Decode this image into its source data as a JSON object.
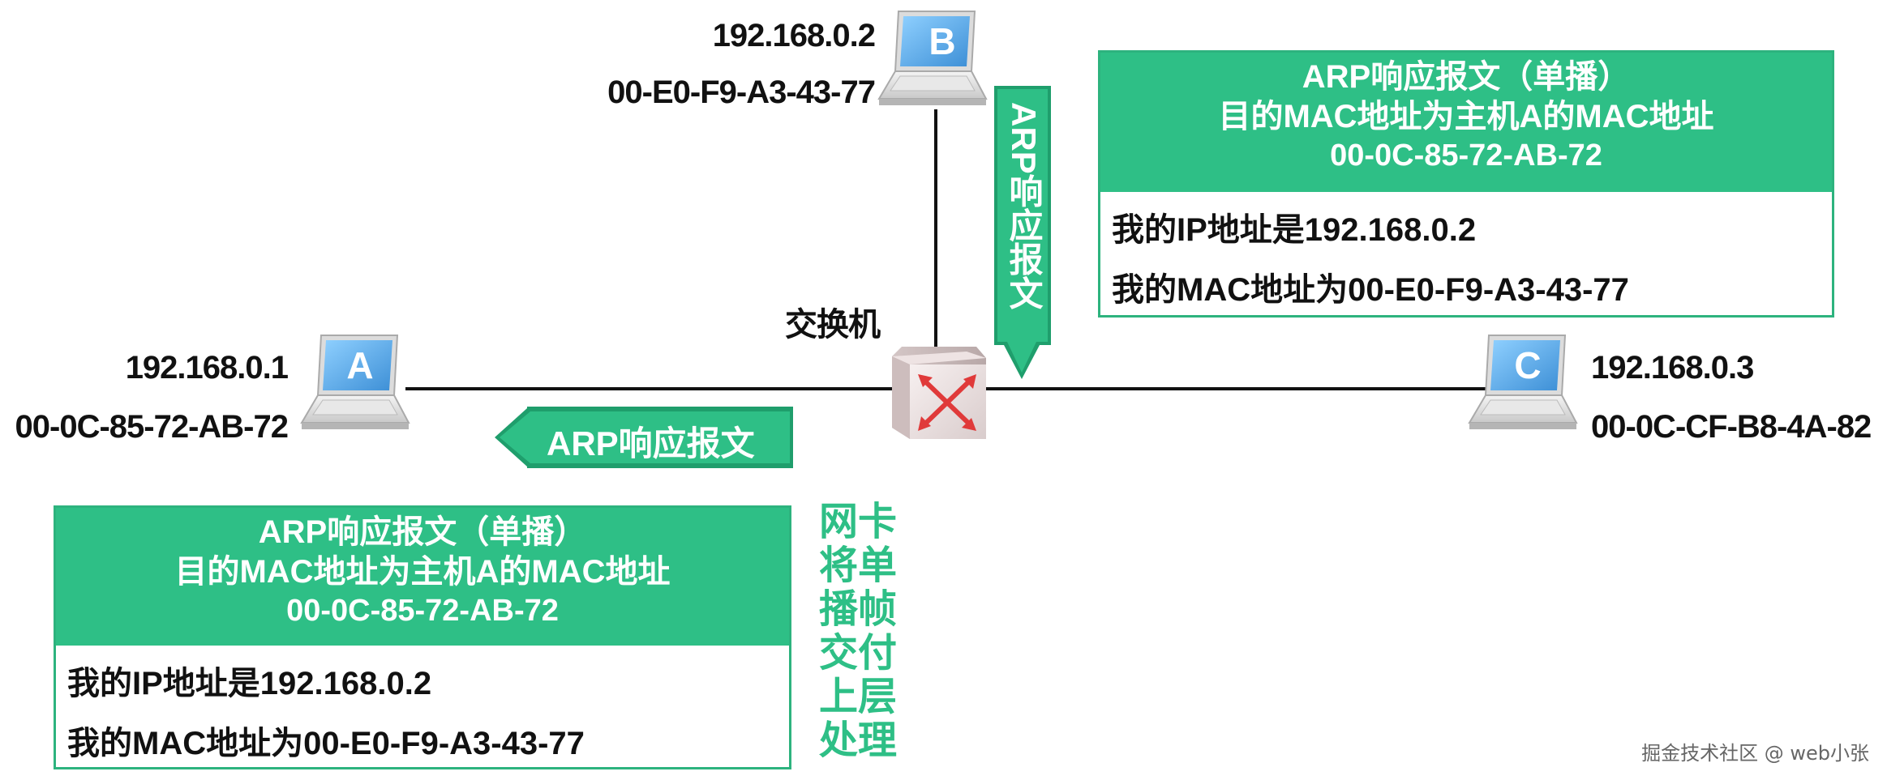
{
  "hosts": {
    "a": {
      "letter": "A",
      "ip": "192.168.0.1",
      "mac": "00-0C-85-72-AB-72"
    },
    "b": {
      "letter": "B",
      "ip": "192.168.0.2",
      "mac": "00-E0-F9-A3-43-77"
    },
    "c": {
      "letter": "C",
      "ip": "192.168.0.3",
      "mac": "00-0C-CF-B8-4A-82"
    }
  },
  "switch": {
    "label": "交换机"
  },
  "arrows": {
    "down_label": "ARP响应报文",
    "left_label": "ARP响应报文"
  },
  "box_top": {
    "title": "ARP响应报文（单播）",
    "dest": "目的MAC地址为主机A的MAC地址",
    "dest_mac": "00-0C-85-72-AB-72",
    "line1": "我的IP地址是192.168.0.2",
    "line2": "我的MAC地址为00-E0-F9-A3-43-77"
  },
  "box_bottom": {
    "title": "ARP响应报文（单播）",
    "dest": "目的MAC地址为主机A的MAC地址",
    "dest_mac": "00-0C-85-72-AB-72",
    "line1": "我的IP地址是192.168.0.2",
    "line2": "我的MAC地址为00-E0-F9-A3-43-77"
  },
  "nic_note": [
    "网卡",
    "将单",
    "播帧",
    "交付",
    "上层",
    "处理"
  ],
  "watermark": "掘金技术社区 @ web小张",
  "colors": {
    "accent": "#2ebf86",
    "accent_dark": "#1f9e6c",
    "screen": "#5aaee8"
  }
}
